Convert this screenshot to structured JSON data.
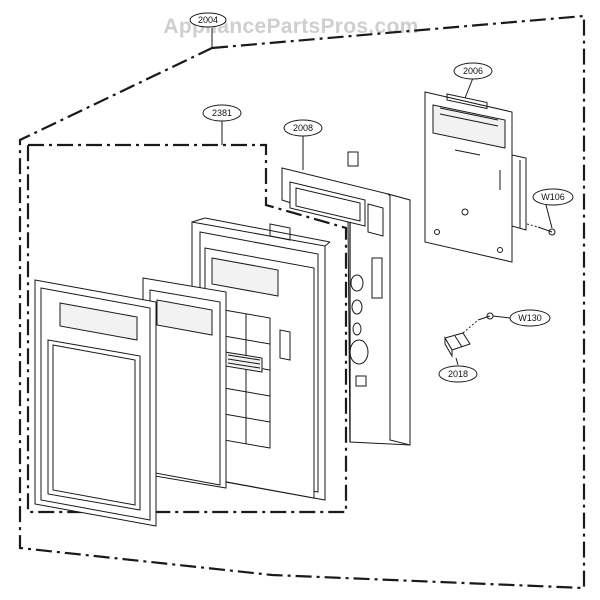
{
  "watermark": "AppliancePartsPros.com",
  "callouts": {
    "c2004": "2004",
    "c2006": "2006",
    "c2381": "2381",
    "c2008": "2008",
    "cW106": "W106",
    "cW130": "W130",
    "c2018": "2018"
  }
}
